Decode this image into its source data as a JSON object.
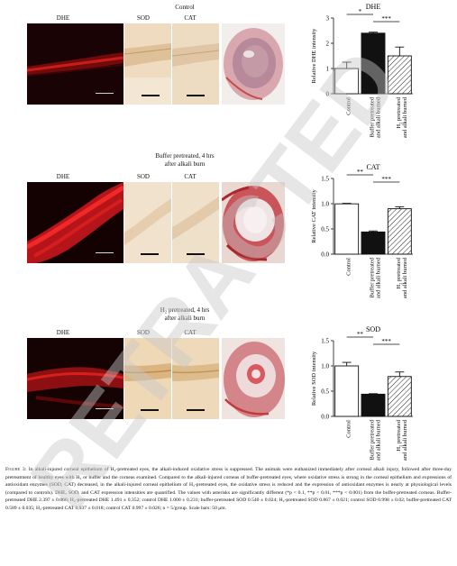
{
  "rows": [
    {
      "title_lines": [
        "Control"
      ],
      "dhe": "DHE",
      "sod": "SOD",
      "cat": "CAT"
    },
    {
      "title_lines": [
        "Buffer pretreated, 4 hrs",
        "after alkali burn"
      ],
      "dhe": "DHE",
      "sod": "SOD",
      "cat": "CAT"
    },
    {
      "title_lines": [
        "H₂ pretreated, 4 hrs",
        "after alkali burn"
      ],
      "dhe": "DHE",
      "sod": "SOD",
      "cat": "CAT"
    }
  ],
  "chart_data": [
    {
      "type": "bar",
      "title": "DHE",
      "ylabel": "Relative DHE intensity",
      "ylim": [
        0,
        3
      ],
      "yticks": [
        "0",
        "1",
        "2",
        "3"
      ],
      "categories": [
        "Control",
        "Buffer pretreated and alkali burned",
        "H₂ pretreated and alkali burned"
      ],
      "values": [
        1.0,
        2.4,
        1.5
      ],
      "errors": [
        0.25,
        0.04,
        0.35
      ],
      "fills": [
        "#ffffff",
        "#111111",
        "hatch"
      ],
      "significance": [
        {
          "from": 0,
          "to": 1,
          "label": "*"
        },
        {
          "from": 1,
          "to": 2,
          "label": "***"
        }
      ]
    },
    {
      "type": "bar",
      "title": "CAT",
      "ylabel": "Relative CAT intensity",
      "ylim": [
        0,
        1.5
      ],
      "yticks": [
        "0.0",
        "0.5",
        "1.0",
        "1.5"
      ],
      "categories": [
        "Control",
        "Buffer pretreated and alkali burned",
        "H₂ pretreated and alkali burned"
      ],
      "values": [
        0.997,
        0.44,
        0.9
      ],
      "errors": [
        0.01,
        0.02,
        0.04
      ],
      "fills": [
        "#ffffff",
        "#111111",
        "hatch"
      ],
      "significance": [
        {
          "from": 0,
          "to": 1,
          "label": "**"
        },
        {
          "from": 1,
          "to": 2,
          "label": "***"
        }
      ]
    },
    {
      "type": "bar",
      "title": "SOD",
      "ylabel": "Relative SOD intensity",
      "ylim": [
        0,
        1.5
      ],
      "yticks": [
        "0.0",
        "0.5",
        "1.0",
        "1.5"
      ],
      "categories": [
        "Control",
        "Buffer pretreated and alkali burned",
        "H₂ pretreated and alkali burned"
      ],
      "values": [
        1.0,
        0.44,
        0.79
      ],
      "errors": [
        0.07,
        0.01,
        0.09
      ],
      "fills": [
        "#ffffff",
        "#111111",
        "hatch"
      ],
      "significance": [
        {
          "from": 0,
          "to": 1,
          "label": "**"
        },
        {
          "from": 1,
          "to": 2,
          "label": "***"
        }
      ]
    }
  ],
  "caption": {
    "figure_label": "Figure 3:",
    "text": "In alkali-injured corneal epithelium of H₂-pretreated eyes, the alkali-induced oxidative stress is suppressed. The animals were euthanized immediately after corneal alkali injury, followed after three-day pretreatment of healthy eyes with H₂ or buffer and the corneas examined. Compared to the alkali-injured corneas of buffer-pretreated eyes, where oxidative stress is strong in the corneal epithelium and expressions of antioxidant enzymes (SOD, CAT) decreased, in the alkali-injured corneal epithelium of H₂-pretreated eyes, the oxidative stress is reduced and the expression of antioxidant enzymes is nearly at physiological levels (compared to controls). DHE, SOD, and CAT expression intensities are quantified. The values with asterisks are significantly different (*p < 0.1, **p < 0.01, ***p < 0.001) from the buffer-pretreated corneas. Buffer-pretreated DHE 2.397 ± 0.066; H₂-pretreated DHE 1.491 ± 0.352; control DHE 1.000 ± 0.231; buffer-pretreated SOD 0.540 ± 0.024; H₂-pretreated SOD 0.867 ± 0.021; control SOD 0.998 ± 0.02; buffer-pretreated CAT 0.589 ± 0.035; H₂-pretreated CAT 0.937 ± 0.018; control CAT 0.997 ± 0.026; n = 5/group. Scale bars: 50 μm."
  },
  "watermark": {
    "text": "RETRACTED",
    "color": "#c8c8c8"
  }
}
